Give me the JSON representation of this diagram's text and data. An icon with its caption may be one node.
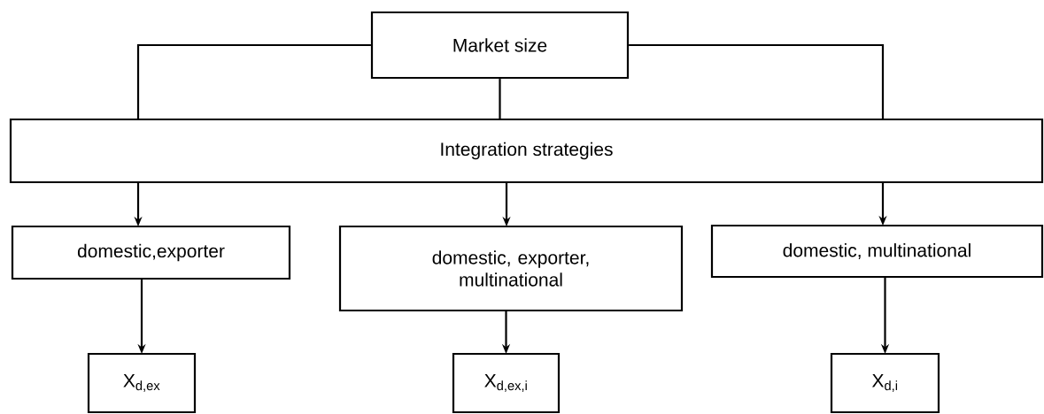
{
  "diagram": {
    "nodes": [
      {
        "text": [
          "Market size"
        ]
      },
      {
        "text": [
          "Integration strategies"
        ]
      },
      {
        "text": [
          "domestic,exporter"
        ]
      },
      {
        "text": [
          "domestic, exporter, multinational"
        ]
      },
      {
        "text": [
          "domestic, multinational"
        ]
      },
      {
        "text": [
          "X$_{d,ex}$"
        ]
      },
      {
        "text": [
          "X$_{d,ex,i}$"
        ]
      },
      {
        "text": [
          "X$_{d,i}$"
        ]
      }
    ],
    "edges": [
      {
        "from": 0,
        "to": 1,
        "arrow": "none"
      },
      {
        "from": 0,
        "to": 1,
        "arrow": "none"
      },
      {
        "from": 0,
        "to": 1,
        "arrow": "none"
      },
      {
        "from": 1,
        "to": 2,
        "arrow": "to"
      },
      {
        "from": 1,
        "to": 3,
        "arrow": "to"
      },
      {
        "from": 1,
        "to": 4,
        "arrow": "to"
      },
      {
        "from": 2,
        "to": 5,
        "arrow": "to"
      },
      {
        "from": 3,
        "to": 6,
        "arrow": "to"
      },
      {
        "from": 4,
        "to": 7,
        "arrow": "to"
      }
    ]
  }
}
